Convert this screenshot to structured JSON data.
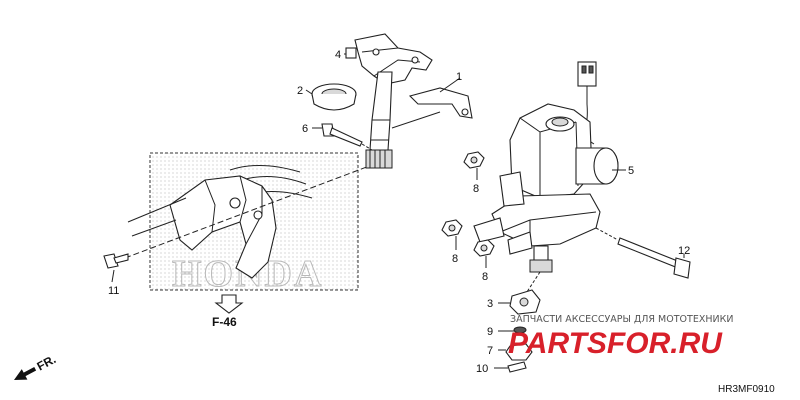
{
  "callouts": [
    {
      "id": "1",
      "text": "1"
    },
    {
      "id": "2",
      "text": "2"
    },
    {
      "id": "4",
      "text": "4"
    },
    {
      "id": "6",
      "text": "6"
    },
    {
      "id": "11",
      "text": "11"
    },
    {
      "id": "5",
      "text": "5"
    },
    {
      "id": "8a",
      "text": "8"
    },
    {
      "id": "8b",
      "text": "8"
    },
    {
      "id": "8c",
      "text": "8"
    },
    {
      "id": "12",
      "text": "12"
    },
    {
      "id": "3",
      "text": "3"
    },
    {
      "id": "9",
      "text": "9"
    },
    {
      "id": "7",
      "text": "7"
    },
    {
      "id": "10",
      "text": "10"
    }
  ],
  "reference": {
    "section": "F-46"
  },
  "direction": {
    "label": "FR."
  },
  "diagram_code": "HR3MF0910",
  "background_logo": {
    "text": "HONDA"
  },
  "watermark": {
    "tagline": "ЗАПЧАСТИ АКСЕССУАРЫ ДЛЯ МОТОТЕХНИКИ",
    "brand": "PARTSFOR.RU",
    "brand_color": "#d8202a"
  }
}
